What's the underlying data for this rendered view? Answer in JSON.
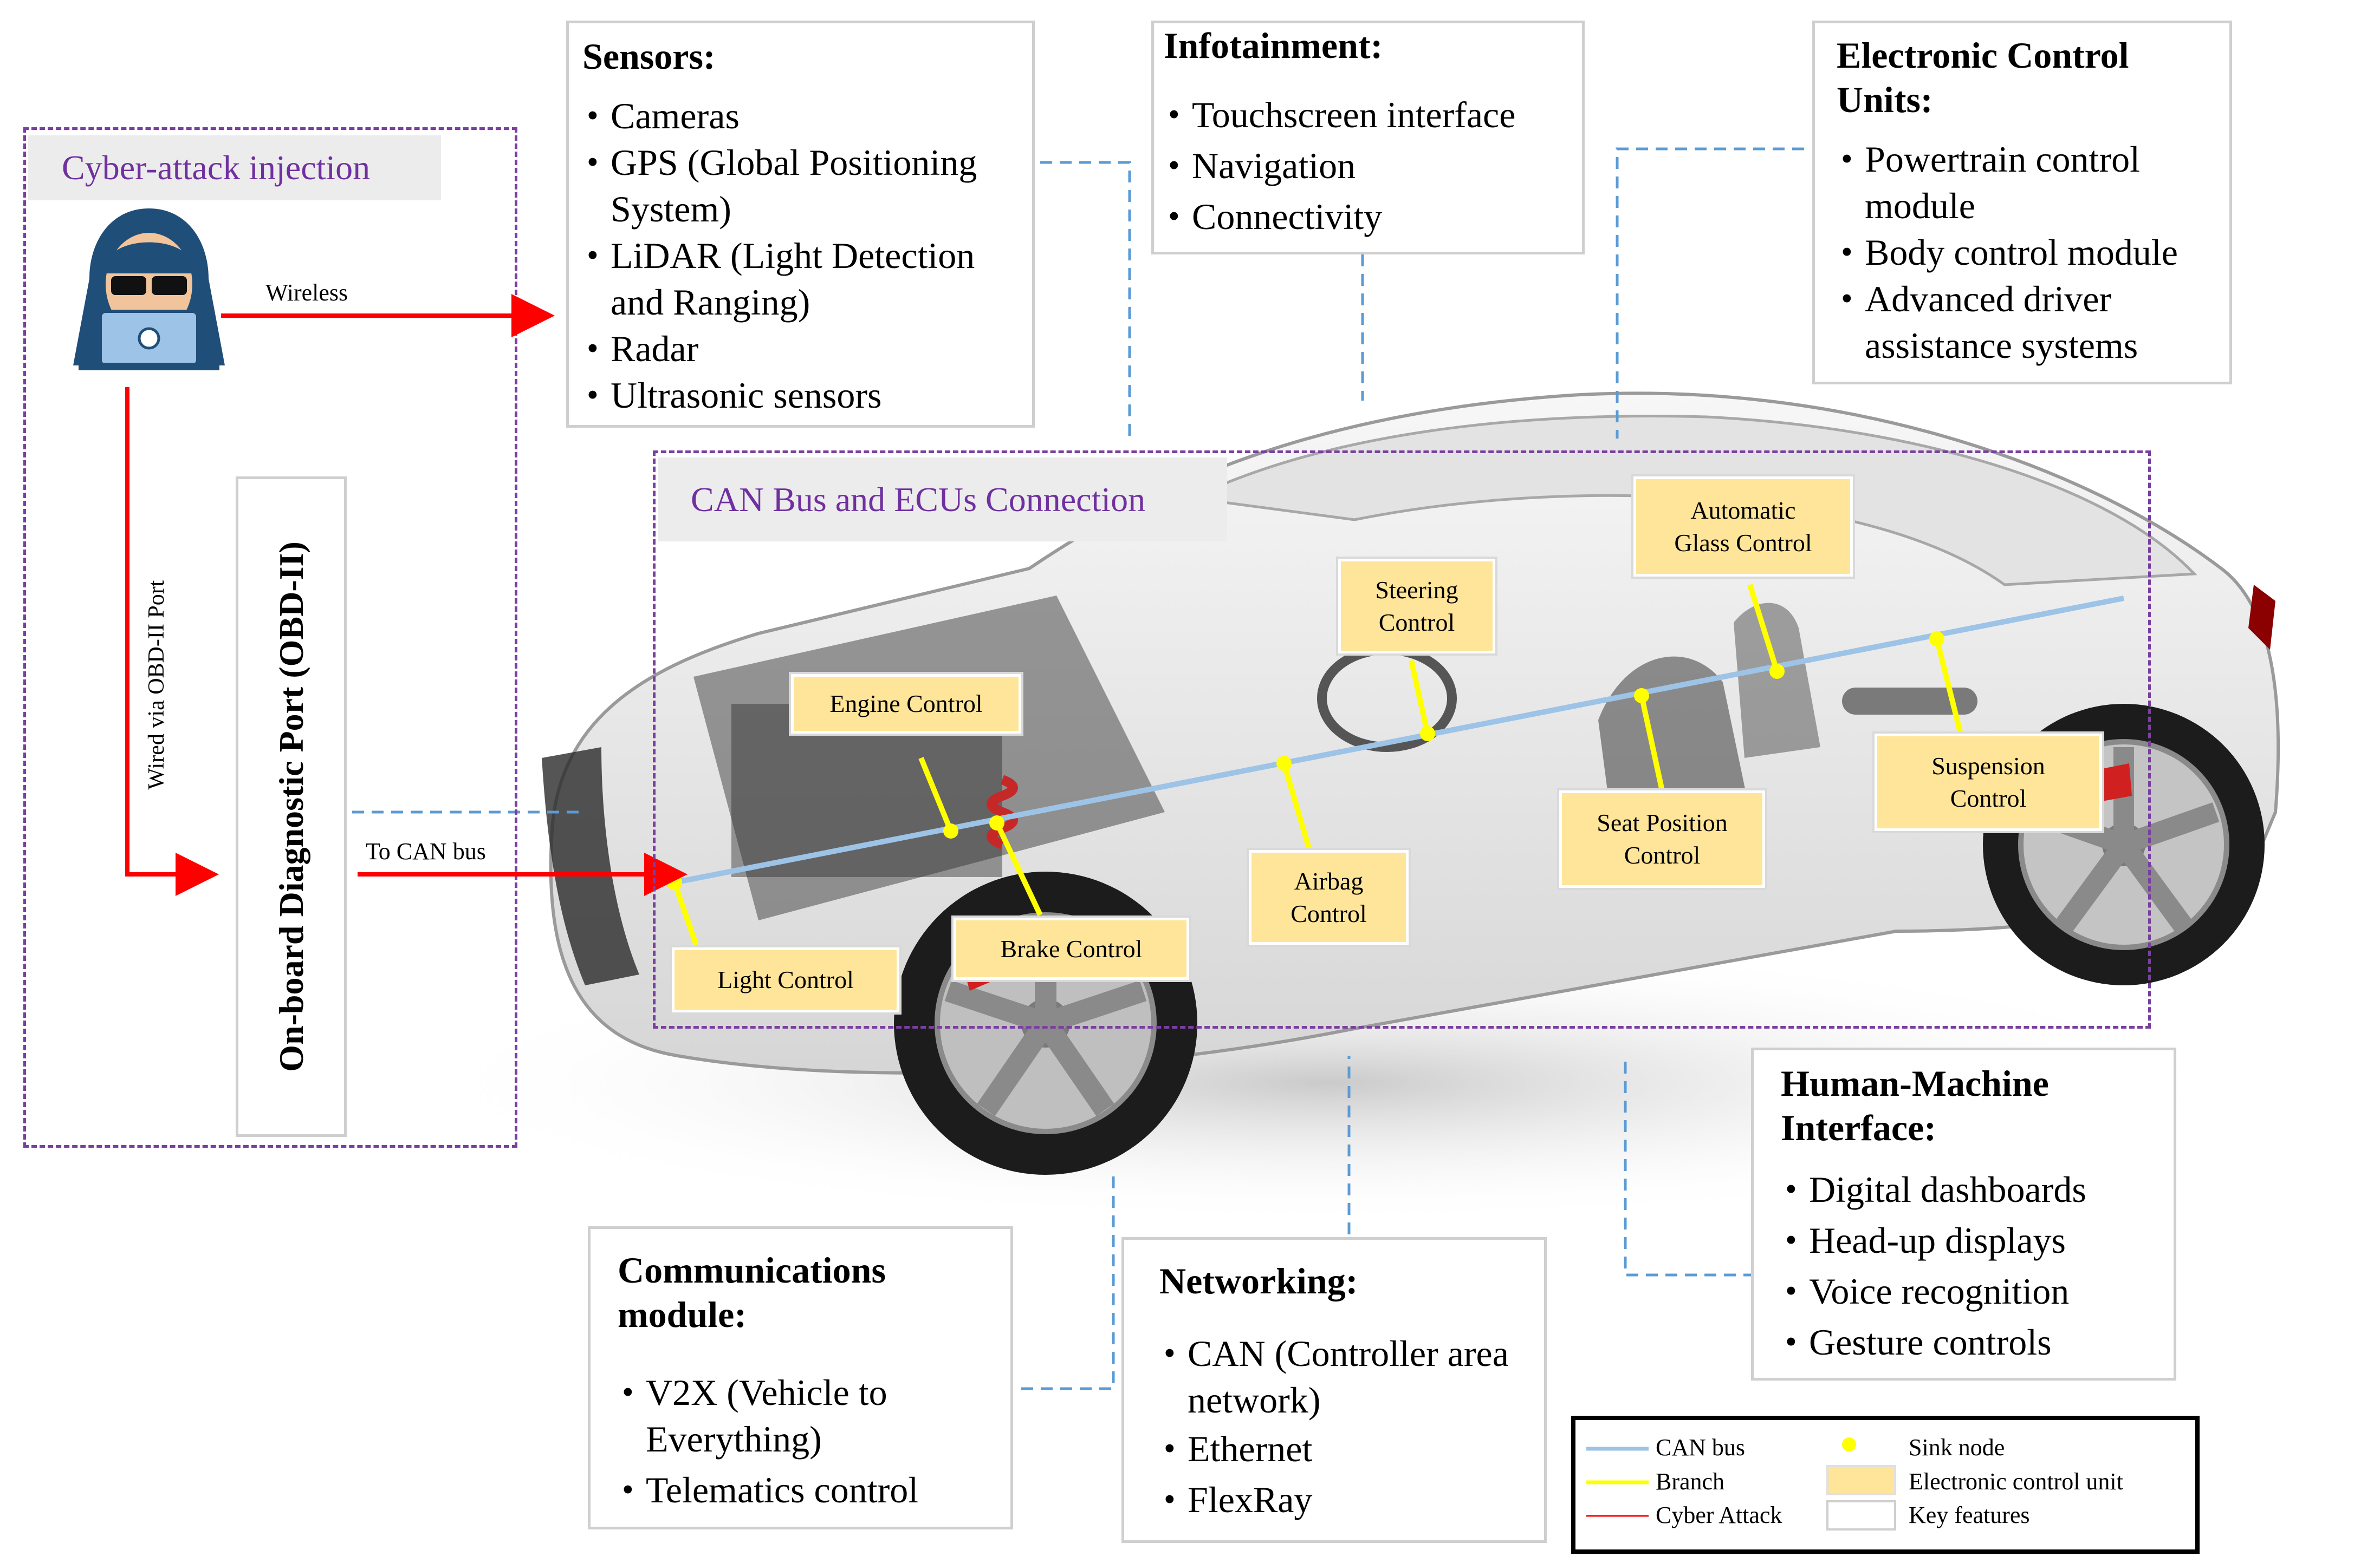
{
  "sensors": {
    "title": "Sensors:",
    "items": [
      "Cameras",
      "GPS (Global Positioning System)",
      "LiDAR (Light Detection and Ranging)",
      "Radar",
      "Ultrasonic sensors"
    ]
  },
  "infotainment": {
    "title": "Infotainment:",
    "items": [
      "Touchscreen interface",
      "Navigation",
      "Connectivity"
    ]
  },
  "ecus_panel": {
    "title": "Electronic Control Units:",
    "items": [
      "Powertrain control module",
      "Body control module",
      "Advanced driver assistance systems"
    ]
  },
  "hmi": {
    "title": "Human-Machine Interface:",
    "items": [
      "Digital dashboards",
      "Head-up displays",
      "Voice recognition",
      "Gesture controls"
    ]
  },
  "communications": {
    "title": "Communications module:",
    "items": [
      "V2X (Vehicle to Everything)",
      "Telematics control"
    ]
  },
  "networking": {
    "title": "Networking:",
    "items": [
      "CAN (Controller area network)",
      "Ethernet",
      "FlexRay"
    ]
  },
  "cyber_group": {
    "label": "Cyber-attack injection",
    "wireless": "Wireless",
    "wired": "Wired via OBD-II Port",
    "port": "On-board Diagnostic Port (OBD-II)",
    "to_can": "To CAN bus"
  },
  "can_group": {
    "label": "CAN Bus and ECUs Connection"
  },
  "ecu_labels": {
    "engine": "Engine Control",
    "light": "Light Control",
    "brake": "Brake Control",
    "airbag": "Airbag\nControl",
    "steering": "Steering\nControl",
    "seat": "Seat Position\nControl",
    "glass": "Automatic\nGlass Control",
    "suspension": "Suspension\nControl"
  },
  "legend": {
    "can_bus": "CAN bus",
    "branch": "Branch",
    "cyber_attack": "Cyber Attack",
    "sink_node": "Sink node",
    "ecu": "Electronic control unit",
    "key_features": "Key features"
  },
  "colors": {
    "can_bus": "#9dc3e6",
    "branch": "#ffff00",
    "attack": "#ff0000",
    "ecu_fill": "#ffe599",
    "group_border": "#7030a0",
    "dashed_link": "#5b9bd5"
  }
}
